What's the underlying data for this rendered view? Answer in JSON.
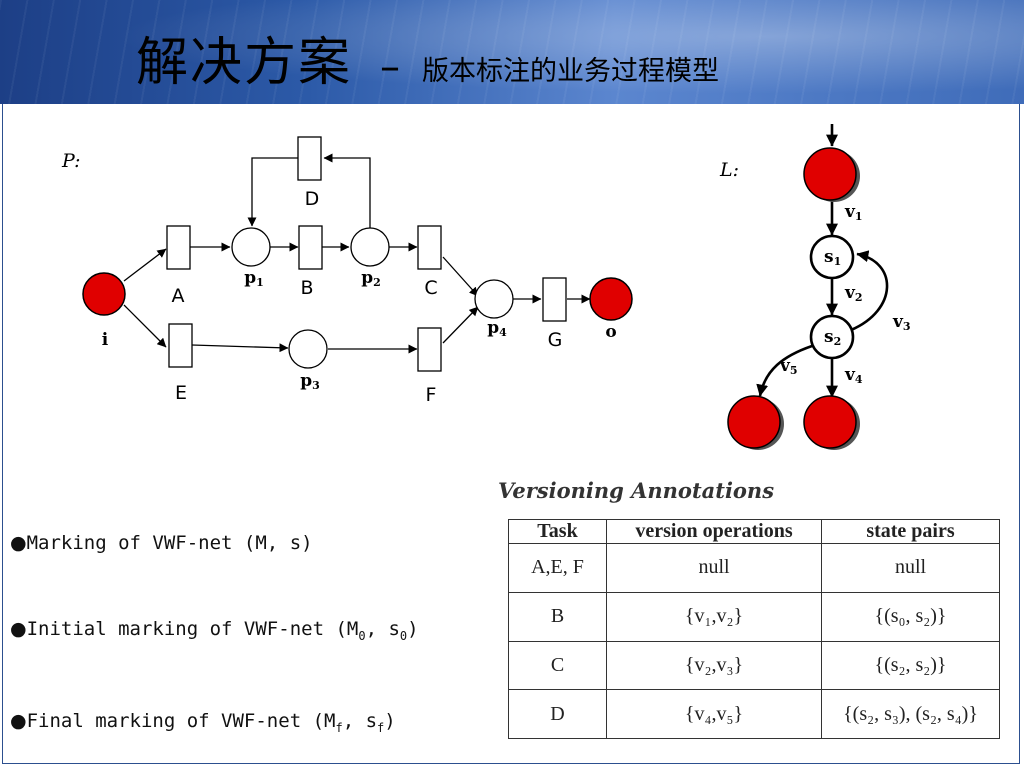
{
  "header": {
    "title_main": "解决方案",
    "title_dash": "–",
    "title_sub": "版本标注的业务过程模型"
  },
  "net": {
    "label": "P:",
    "transitions": [
      "A",
      "B",
      "C",
      "D",
      "E",
      "F",
      "G"
    ],
    "places": {
      "i": "i",
      "o": "o",
      "p1": {
        "base": "p",
        "sub": "1"
      },
      "p2": {
        "base": "p",
        "sub": "2"
      },
      "p3": {
        "base": "p",
        "sub": "3"
      },
      "p4": {
        "base": "p",
        "sub": "4"
      }
    }
  },
  "automaton": {
    "label": "L:",
    "states": [
      {
        "base": "s",
        "sub": "1"
      },
      {
        "base": "s",
        "sub": "2"
      }
    ],
    "edges": [
      {
        "base": "v",
        "sub": "1"
      },
      {
        "base": "v",
        "sub": "2"
      },
      {
        "base": "v",
        "sub": "3"
      },
      {
        "base": "v",
        "sub": "4"
      },
      {
        "base": "v",
        "sub": "5"
      }
    ]
  },
  "bullets": [
    {
      "text": "Marking of VWF-net (M, s)"
    },
    {
      "prefix": "Initial marking of VWF-net (M",
      "sub1": "0",
      "mid": ", s",
      "sub2": "0",
      "suffix": ")"
    },
    {
      "prefix": "Final marking of VWF-net (M",
      "sub1": "f",
      "mid": ", s",
      "sub2": "f",
      "suffix": ")"
    }
  ],
  "annotations": {
    "title": "Versioning Annotations",
    "headers": [
      "Task",
      "version operations",
      "state pairs"
    ],
    "rows": [
      {
        "task": "A,E, F",
        "ops": "null",
        "pairs": "null"
      },
      {
        "task": "B",
        "ops": "{v₁,v₂}",
        "pairs": "{(s₀, s₂)}"
      },
      {
        "task": "C",
        "ops": "{v₂,v₃}",
        "pairs": "{(s₂, s₂)}"
      },
      {
        "task": "D",
        "ops": "{v₄,v₅}",
        "pairs": "{(s₂, s₃), (s₂, s₄)}"
      }
    ]
  },
  "colors": {
    "token_red": "#e00000",
    "banner_dark": "#1d3f86",
    "banner_light": "#5b86cf"
  }
}
